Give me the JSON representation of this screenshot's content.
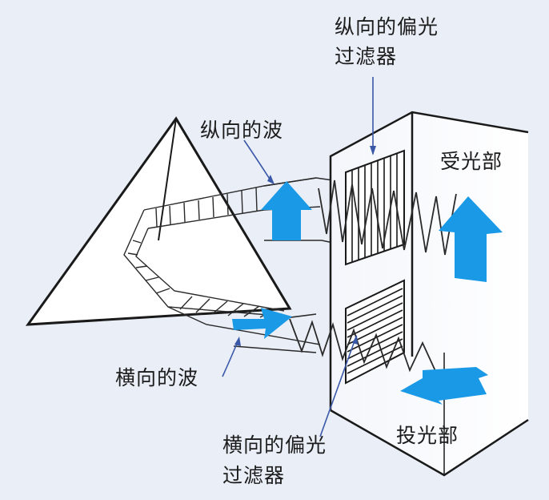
{
  "labels": {
    "vertical_filter": [
      "纵向的偏光",
      "过滤器"
    ],
    "vertical_wave": "纵向的波",
    "receiver": "受光部",
    "horizontal_wave": "横向的波",
    "emitter": "投光部",
    "horizontal_filter": [
      "横向的偏光",
      "过滤器"
    ]
  },
  "colors": {
    "arrow": "#1a9ae6",
    "line": "#2a2a2a",
    "background": "#e9eef7",
    "box": "#ffffff"
  },
  "icons": [
    "up-arrow-icon",
    "right-arrow-icon"
  ]
}
